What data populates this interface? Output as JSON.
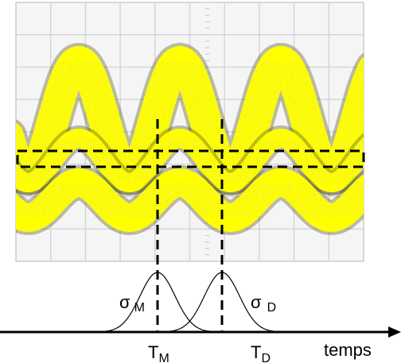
{
  "labels": {
    "sigma_m_symbol": "σ",
    "sigma_m_sub": "M",
    "sigma_d_symbol": "σ",
    "sigma_d_sub": "D",
    "tm_letter": "T",
    "tm_sub": "M",
    "td_letter": "T",
    "td_sub": "D",
    "axis": "temps"
  },
  "colors": {
    "trace": "#ffff00",
    "trace_edge": "#4a4a10",
    "grid": "#d6d6d6",
    "screen": "#f5f5f5",
    "ink": "#000000"
  }
}
